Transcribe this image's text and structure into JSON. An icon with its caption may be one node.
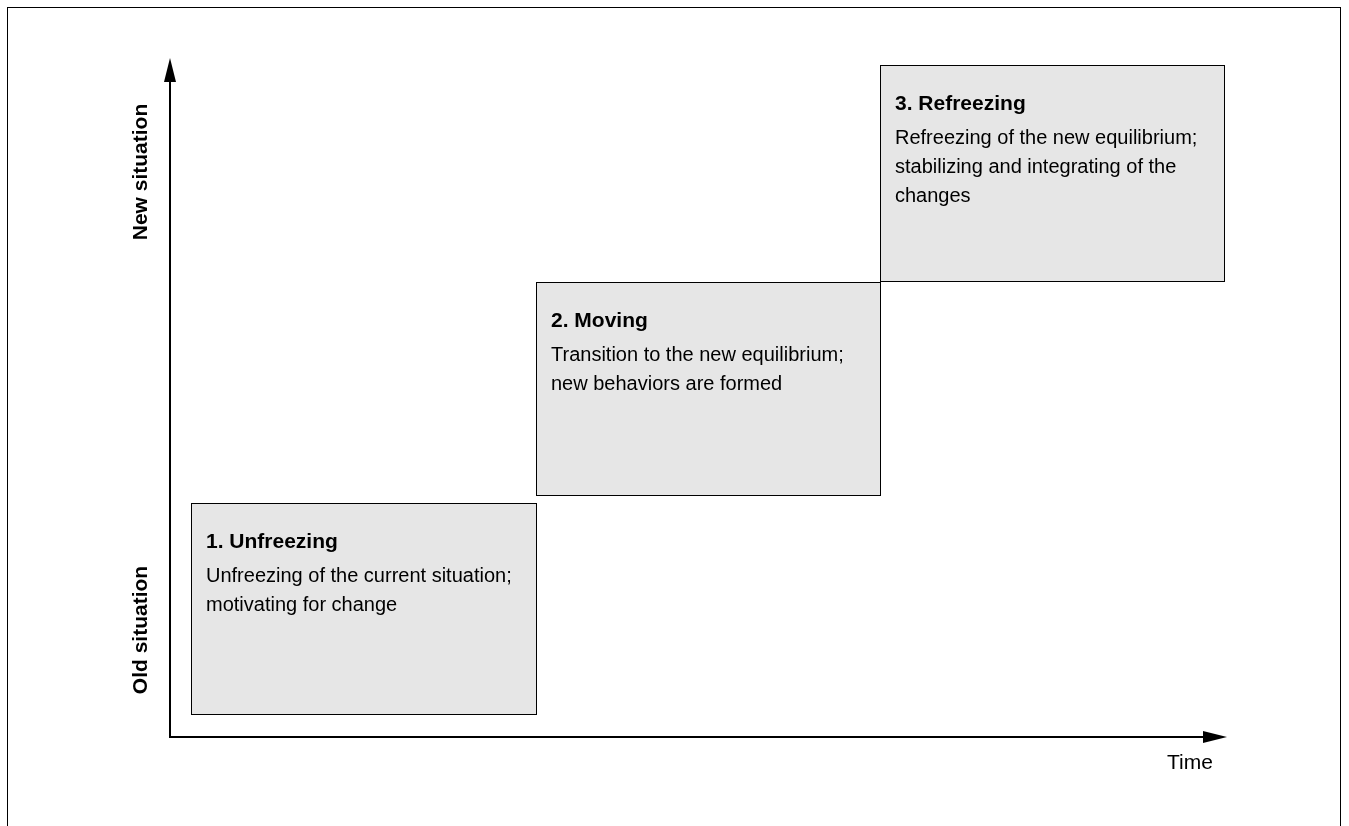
{
  "diagram": {
    "nodes": [
      {
        "text": [
          "1. Unfreezing",
          "Unfreezing of the current situation;",
          "motivating for change"
        ]
      },
      {
        "text": [
          "2. Moving",
          "Transition to the new equilibrium;",
          "new behaviors are formed"
        ]
      },
      {
        "text": [
          "3. Refreezing",
          "Refreezing of the new equilibrium;",
          "stabilizing and integrating of the changes"
        ]
      }
    ],
    "labels": [
      "New situation",
      "Old situation",
      "Time"
    ]
  }
}
